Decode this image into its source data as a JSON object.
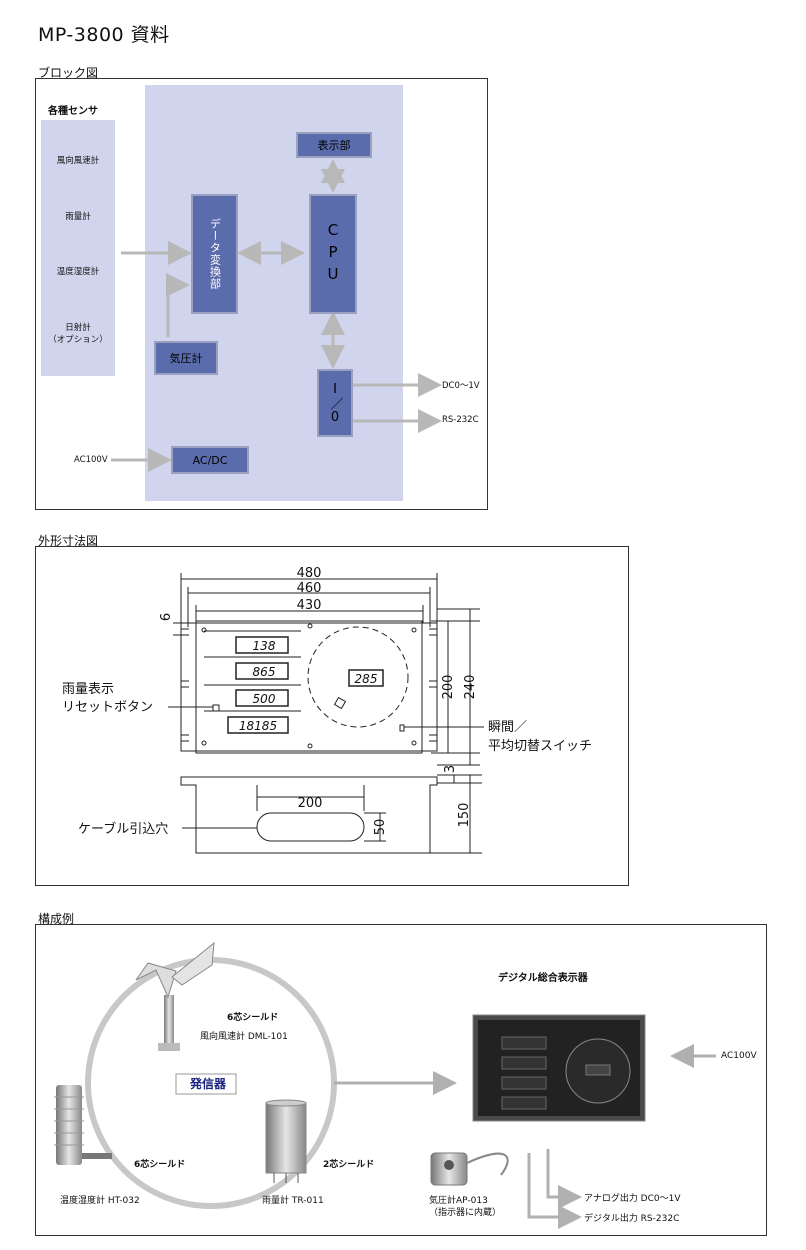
{
  "doc": {
    "title": "MP-3800 資料"
  },
  "block": {
    "label": "ブロック図",
    "sensors_title": "各種センサ",
    "sensors": [
      "風向風速計",
      "雨量計",
      "温度湿度計",
      "日射計",
      "（オプション）"
    ],
    "data_conv": "データ変換部",
    "cpu": "CPU",
    "display": "表示部",
    "barometer": "気圧計",
    "io": "I／0",
    "acdc": "AC/DC",
    "ac100v": "AC100V",
    "dc_out": "DC0～1V",
    "rs_out": "RS-232C"
  },
  "dims": {
    "label": "外形寸法図",
    "w480": "480",
    "w460": "460",
    "w430": "430",
    "d6": "6",
    "h200": "200",
    "h240": "240",
    "rain_reset_1": "雨量表示",
    "rain_reset_2": "リセットボタン",
    "switch_1": "瞬間／",
    "switch_2": "平均切替スイッチ",
    "disp1": "138",
    "disp2": "865",
    "disp3": "500",
    "disp4": "18185",
    "disp5": "285",
    "cable": "ケーブル引込穴",
    "slot200": "200",
    "slot50": "50",
    "d3": "3",
    "d150": "150"
  },
  "config": {
    "label": "構成例",
    "shield6_top": "6芯シールド",
    "anemometer": "風向風速計 DML-101",
    "transmitter": "発信器",
    "shield6_bottom": "6芯シールド",
    "shield2": "2芯シールド",
    "thermo": "温度湿度計 HT-032",
    "rain": "雨量計 TR-011",
    "display_unit": "デジタル総合表示器",
    "ac100v": "AC100V",
    "barometer_1": "気圧計AP-013",
    "barometer_2": "（指示器に内蔵）",
    "analog_out": "アナログ出力 DC0～1V",
    "digital_out": "デジタル出力 RS-232C"
  }
}
